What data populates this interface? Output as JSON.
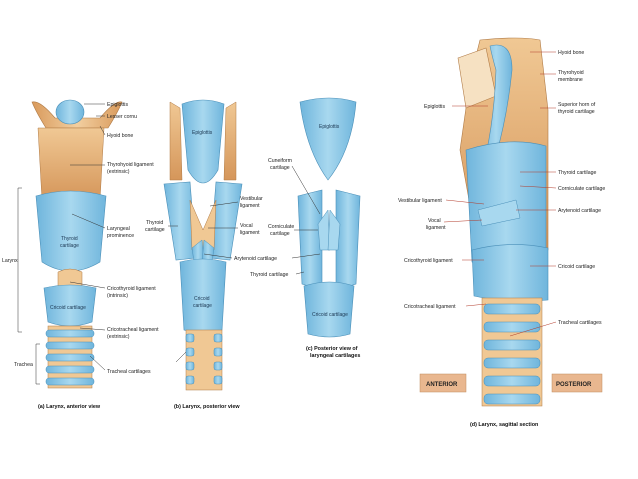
{
  "panel_a": {
    "labels": {
      "epiglottis": "Epiglottis",
      "lesser_cornu": "Lesser cornu",
      "hyoid_bone": "Hyoid bone",
      "thyrohyoid_ligament": "Thyrohyoid ligament",
      "thyrohyoid_ligament_note": "(extrinsic)",
      "laryngeal_prominence_1": "Laryngeal",
      "laryngeal_prominence_2": "prominence",
      "thyroid_cartilage_1": "Thyroid",
      "thyroid_cartilage_2": "cartilage",
      "cricothyroid_ligament": "Cricothyroid ligament",
      "cricothyroid_ligament_note": "(intrinsic)",
      "cricoid_cartilage": "Cricoid cartilage",
      "cricotracheal_ligament": "Cricotracheal ligament",
      "cricotracheal_ligament_note": "(extrinsic)",
      "tracheal_cartilages": "Tracheal cartilages",
      "larynx": "Larynx",
      "trachea": "Trachea"
    },
    "caption": "(a) Larynx, anterior view"
  },
  "panel_b": {
    "labels": {
      "epiglottis": "Epiglottis",
      "vestibular_ligament_1": "Vestibular",
      "vestibular_ligament_2": "ligament",
      "vocal_ligament_1": "Vocal",
      "vocal_ligament_2": "ligament",
      "thyroid_cartilage_1": "Thyroid",
      "thyroid_cartilage_2": "cartilage",
      "arytenoid_cartilage": "Arytenoid cartilage",
      "cricoid_cartilage_1": "Cricoid",
      "cricoid_cartilage_2": "cartilage"
    },
    "caption": "(b) Larynx, posterior view"
  },
  "panel_c": {
    "labels": {
      "epiglottis": "Epiglottis",
      "cuneiform_1": "Cuneiform",
      "cuneiform_2": "cartilage",
      "corniculate_1": "Corniculate",
      "corniculate_2": "cartilage",
      "thyroid_cartilage": "Thyroid cartilage",
      "cricoid_cartilage": "Cricoid cartilage"
    },
    "caption_1": "(c) Posterior view of",
    "caption_2": "laryngeal cartilages"
  },
  "panel_d": {
    "labels": {
      "hyoid_bone": "Hyoid bone",
      "thyrohyoid_1": "Thyrohyoid",
      "thyrohyoid_2": "membrane",
      "superior_horn_1": "Superior horn of",
      "superior_horn_2": "thyroid cartilage",
      "epiglottis": "Epiglottis",
      "thyroid_cartilage": "Thyroid cartilage",
      "corniculate": "Corniculate cartilage",
      "arytenoid": "Arytenoid cartilage",
      "vestibular_ligament": "Vestibular ligament",
      "vocal_ligament_1": "Vocal",
      "vocal_ligament_2": "ligament",
      "cricothyroid_ligament": "Cricothyroid ligament",
      "cricoid_cartilage": "Cricoid cartilage",
      "cricotracheal_ligament": "Cricotracheal ligament",
      "tracheal_cartilages": "Tracheal cartilages",
      "anterior": "ANTERIOR",
      "posterior": "POSTERIOR"
    },
    "caption": "(d) Larynx, sagittal section"
  },
  "colors": {
    "cartilage_blue": "#8ec9e6",
    "cartilage_dark": "#5aa5cf",
    "ligament_tan": "#e8b47a",
    "ligament_light": "#f3d2a8",
    "box_bg": "#e9b78f"
  }
}
